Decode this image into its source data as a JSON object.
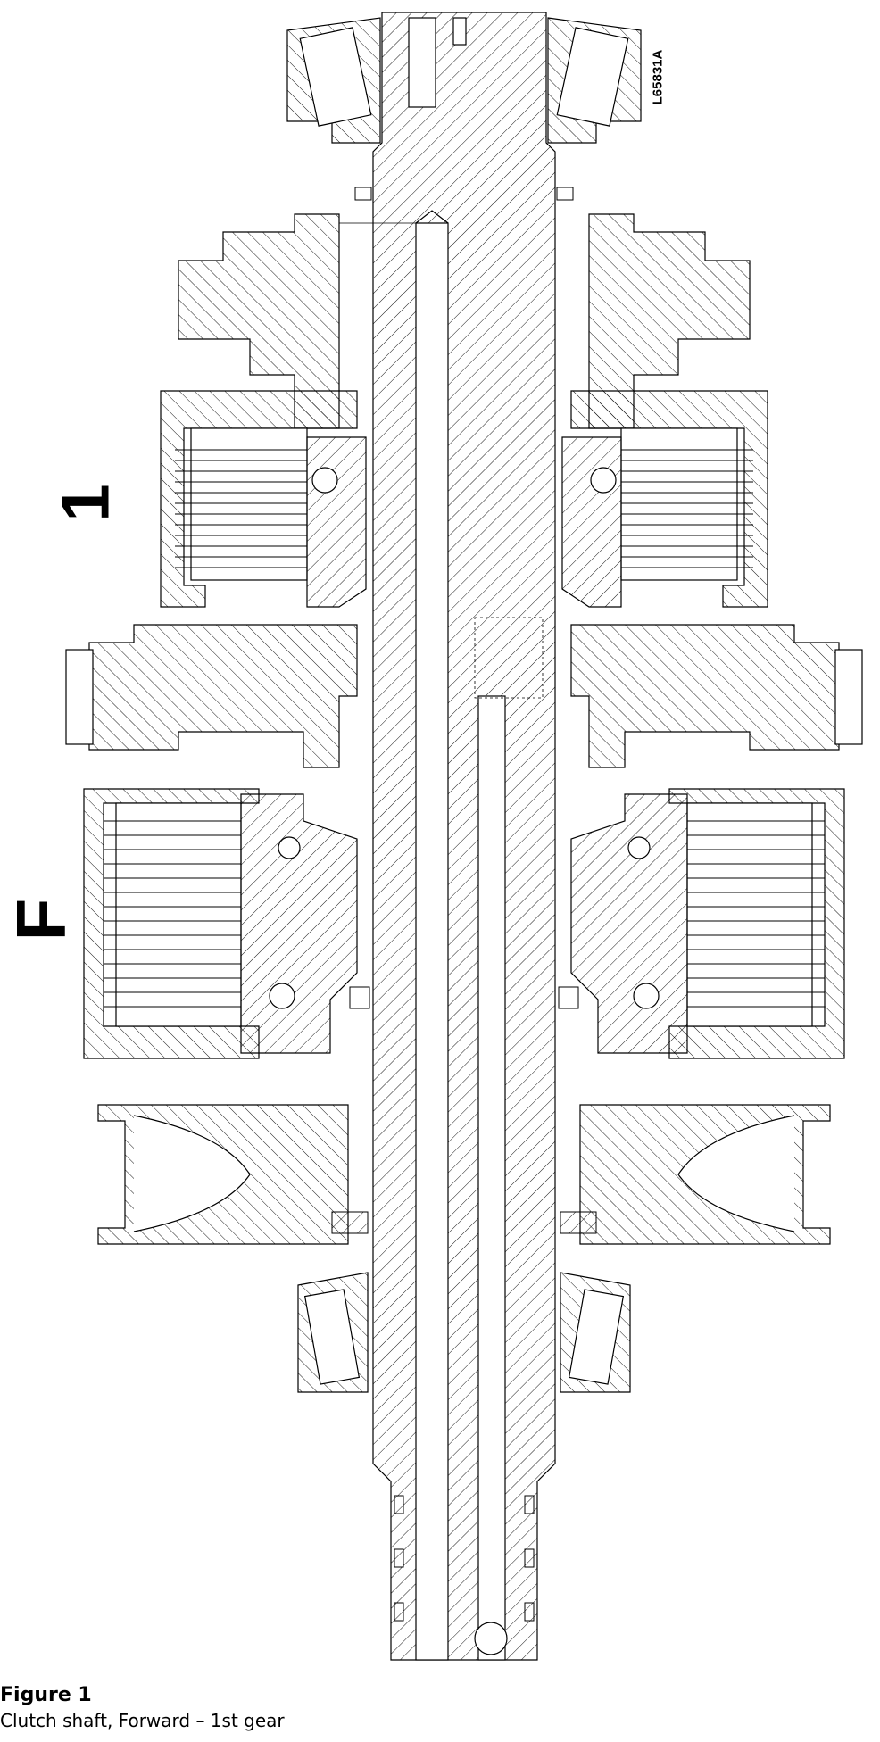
{
  "labels": {
    "clutch_1": "1",
    "clutch_f": "F",
    "ref_code": "L65831A"
  },
  "caption": {
    "title": "Figure 1",
    "text": "Clutch shaft, Forward – 1st gear"
  },
  "colors": {
    "line": "#000000",
    "background": "#ffffff"
  }
}
